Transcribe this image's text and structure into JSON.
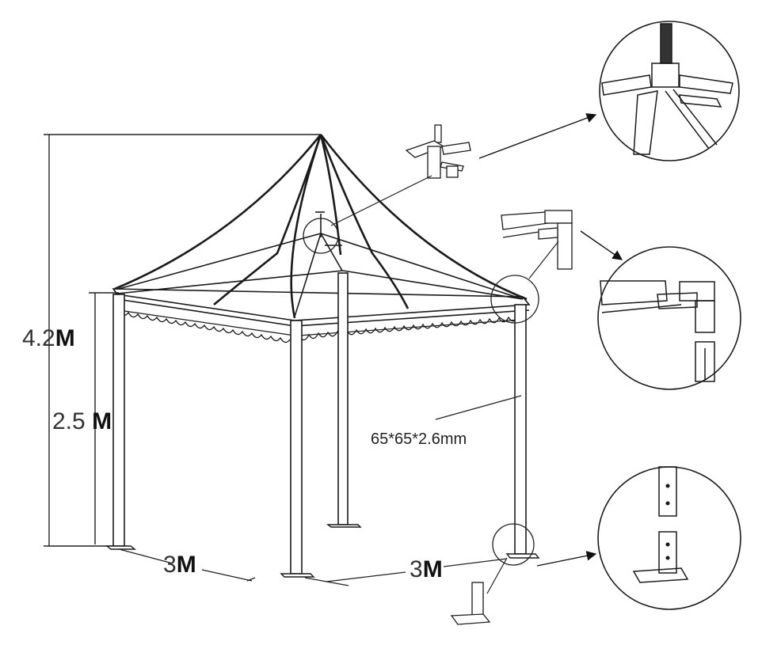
{
  "dimensions": {
    "total_height": {
      "value": "4.2",
      "unit": "M"
    },
    "side_height": {
      "value": "2.5",
      "unit": "M"
    },
    "width_left": {
      "value": "3",
      "unit": "M"
    },
    "width_right": {
      "value": "3",
      "unit": "M"
    }
  },
  "profile_spec": "65*65*2.6mm",
  "colors": {
    "line": "#1a1a1a",
    "background": "#ffffff"
  },
  "detail_views": [
    "top-connector-detail",
    "corner-joint-detail",
    "base-plate-detail"
  ]
}
